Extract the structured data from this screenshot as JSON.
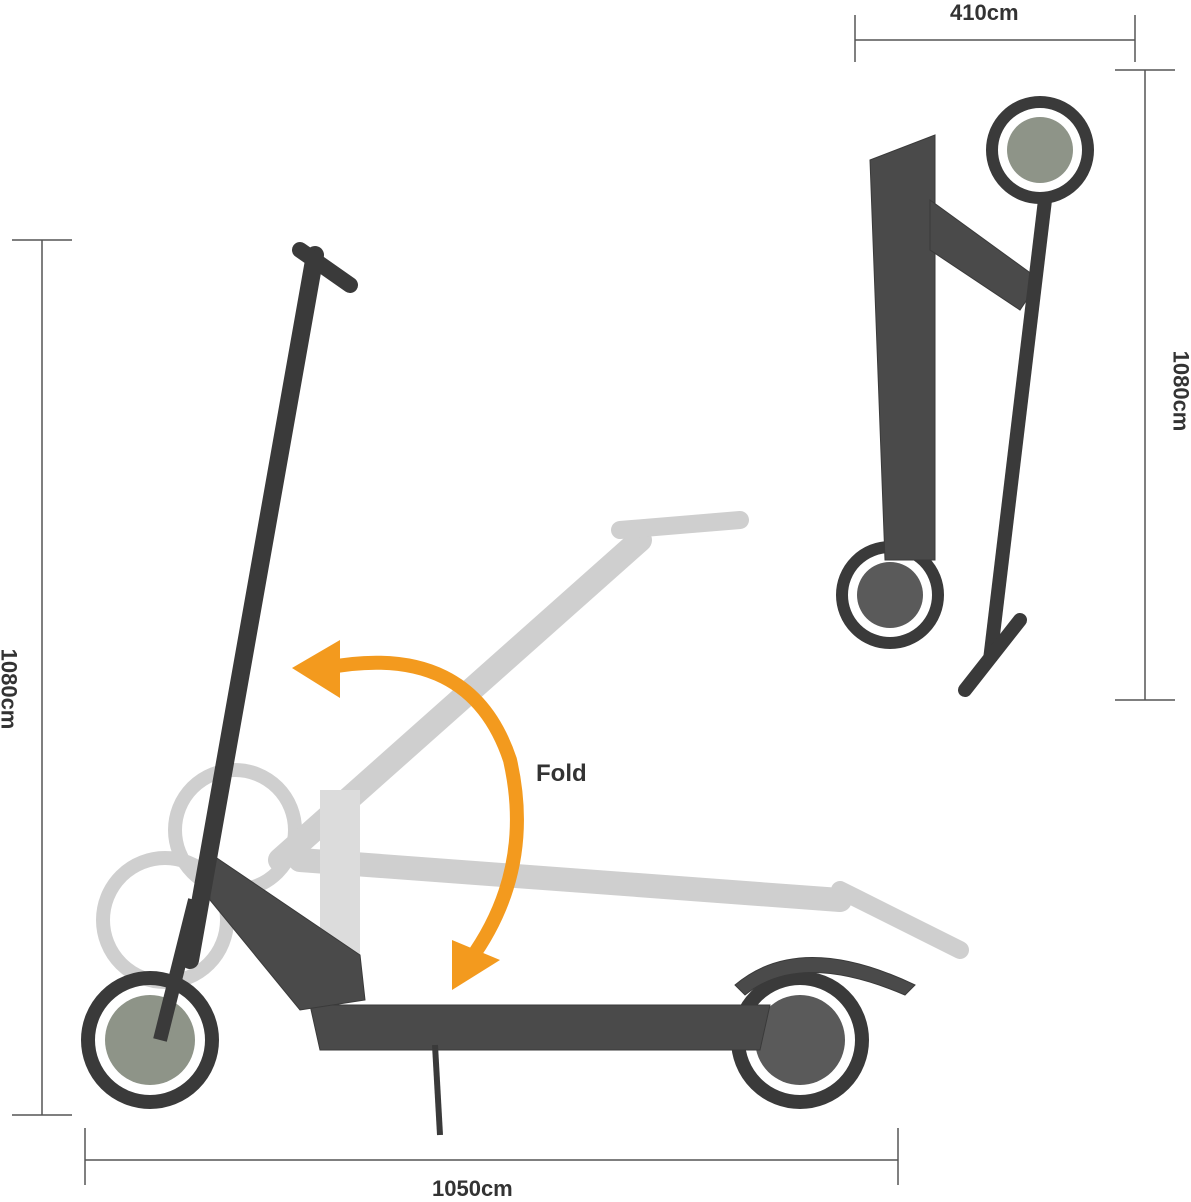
{
  "dimensions": {
    "height_left": "1080cm",
    "height_right": "1080cm",
    "length_bottom": "1050cm",
    "width_top": "410cm"
  },
  "fold_label": "Fold",
  "colors": {
    "arrow": "#f39a1e",
    "scooter": "#4a4a4a",
    "ghost": "#c9c9c9",
    "dimension_line": "#555555"
  }
}
